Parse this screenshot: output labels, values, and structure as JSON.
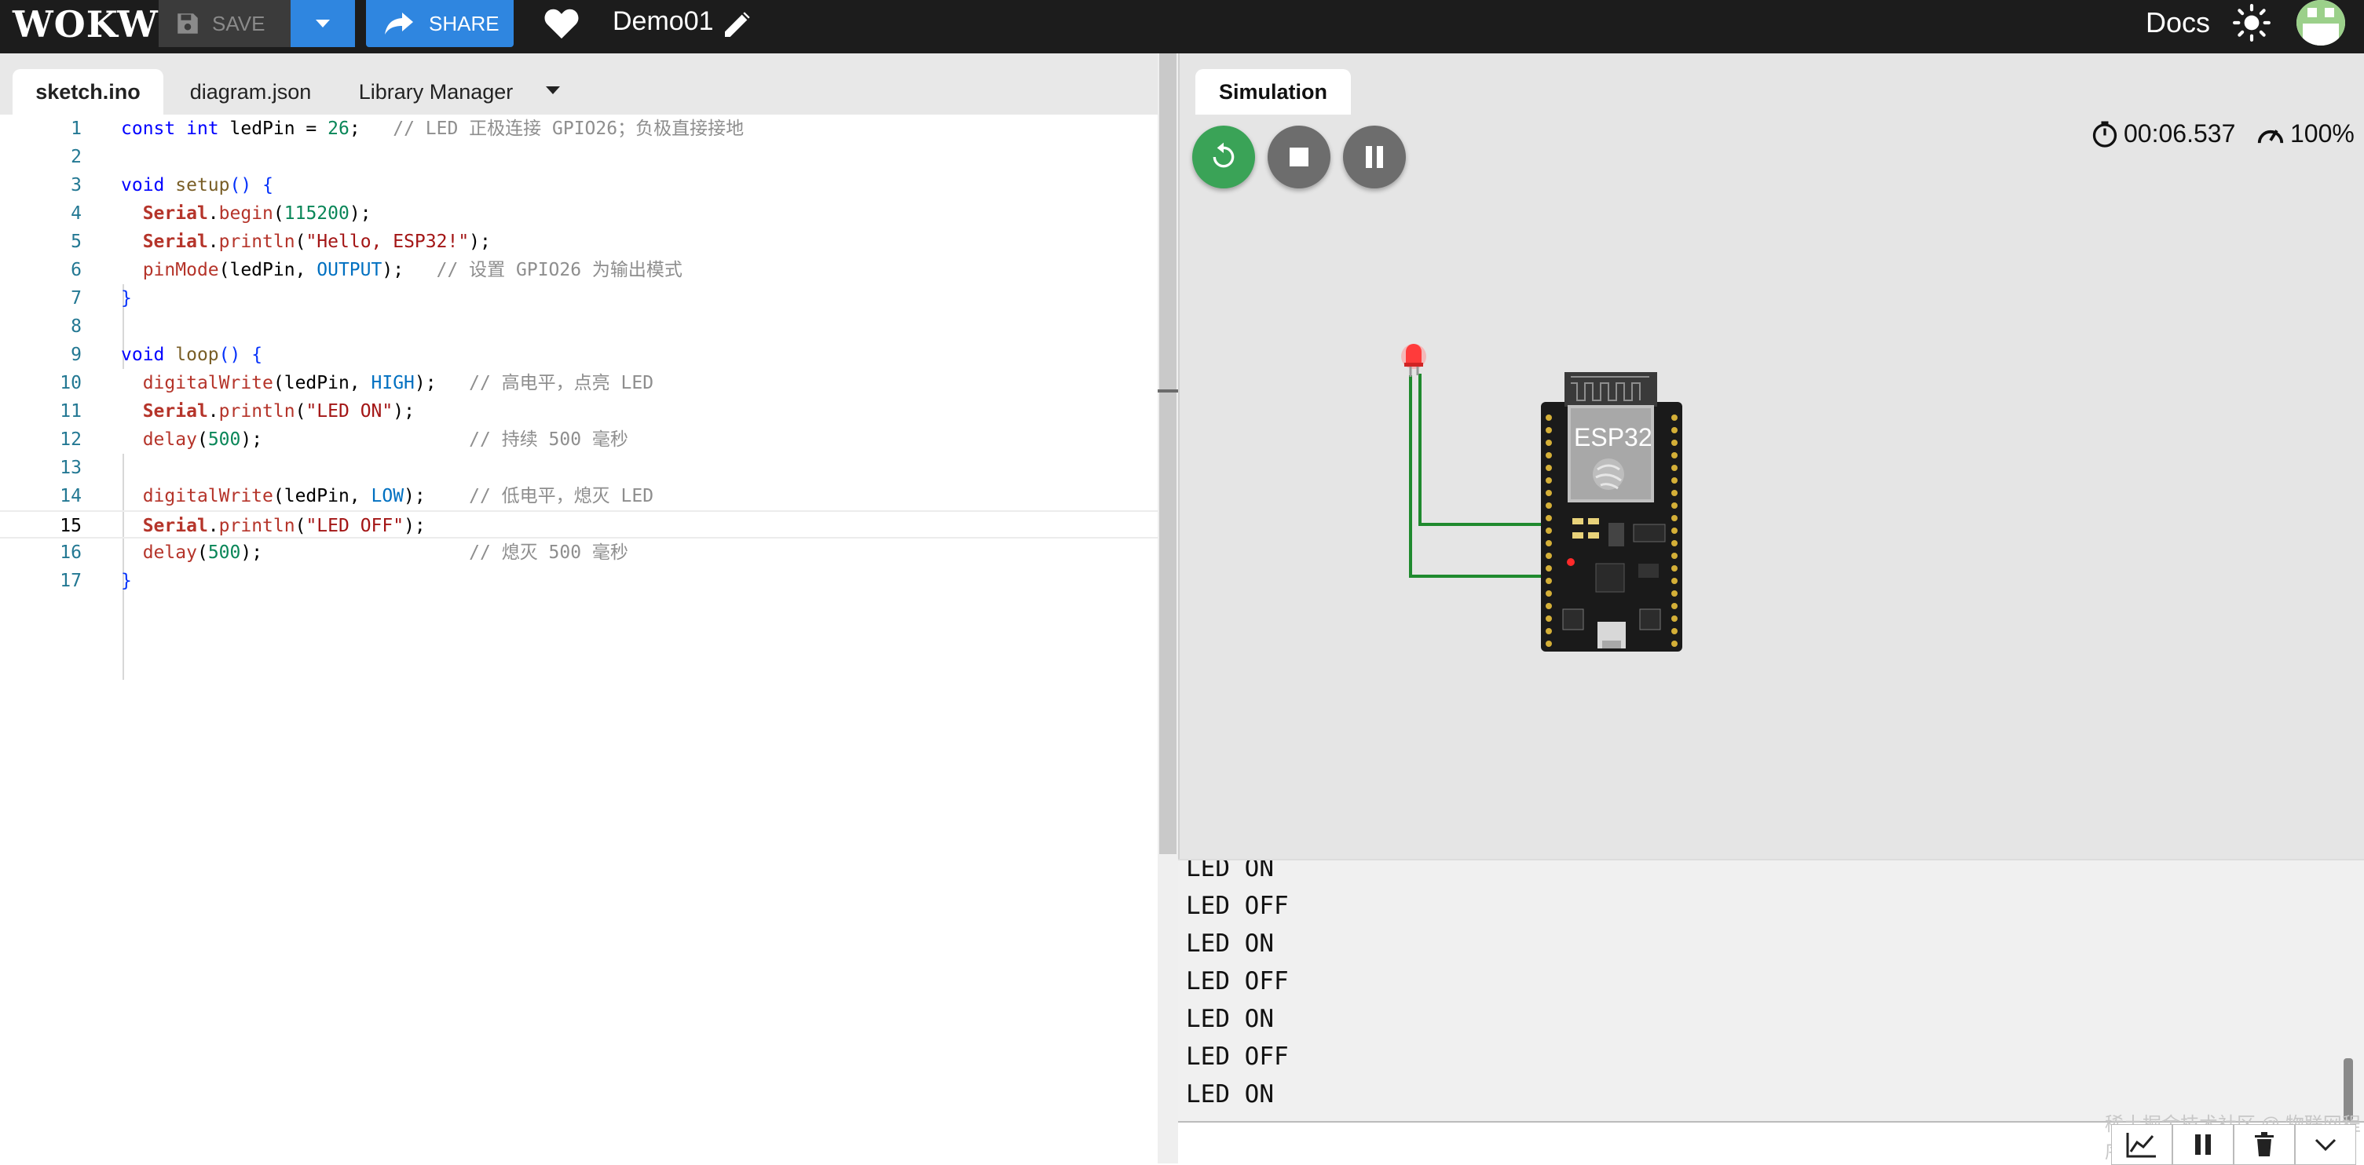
{
  "header": {
    "logo": "WOKWI",
    "save_label": "SAVE",
    "share_label": "SHARE",
    "project_name": "Demo01",
    "docs_label": "Docs"
  },
  "editor": {
    "tabs": [
      {
        "label": "sketch.ino",
        "active": true
      },
      {
        "label": "diagram.json",
        "active": false
      },
      {
        "label": "Library Manager",
        "active": false
      }
    ],
    "current_line": 15,
    "lines": [
      {
        "n": "1",
        "text": "const int ledPin = 26;   // LED 正极连接 GPIO26；负极直接接地"
      },
      {
        "n": "2",
        "text": ""
      },
      {
        "n": "3",
        "text": "void setup() {"
      },
      {
        "n": "4",
        "text": "  Serial.begin(115200);"
      },
      {
        "n": "5",
        "text": "  Serial.println(\"Hello, ESP32!\");"
      },
      {
        "n": "6",
        "text": "  pinMode(ledPin, OUTPUT);   // 设置 GPIO26 为输出模式"
      },
      {
        "n": "7",
        "text": "}"
      },
      {
        "n": "8",
        "text": ""
      },
      {
        "n": "9",
        "text": "void loop() {"
      },
      {
        "n": "10",
        "text": "  digitalWrite(ledPin, HIGH);   // 高电平，点亮 LED"
      },
      {
        "n": "11",
        "text": "  Serial.println(\"LED ON\");"
      },
      {
        "n": "12",
        "text": "  delay(500);                   // 持续 500 毫秒"
      },
      {
        "n": "13",
        "text": ""
      },
      {
        "n": "14",
        "text": "  digitalWrite(ledPin, LOW);    // 低电平，熄灭 LED"
      },
      {
        "n": "15",
        "text": "  Serial.println(\"LED OFF\");"
      },
      {
        "n": "16",
        "text": "  delay(500);                   // 熄灭 500 毫秒"
      },
      {
        "n": "17",
        "text": "}"
      }
    ]
  },
  "simulation": {
    "tab_label": "Simulation",
    "timer": "00:06.537",
    "speed": "100%",
    "board_label": "ESP32",
    "led_color": "#ff3b3b",
    "wire_color": "#1f8a2e"
  },
  "serial": {
    "lines": [
      "LED ON",
      "LED OFF",
      "LED ON",
      "LED OFF",
      "LED ON",
      "LED OFF",
      "LED ON"
    ]
  },
  "watermark": "稀土掘金技术社区 @ 物联网程序员",
  "colors": {
    "header_bg": "#1c1c1c",
    "accent_blue": "#2f86e0",
    "restart_green": "#3aa357"
  }
}
